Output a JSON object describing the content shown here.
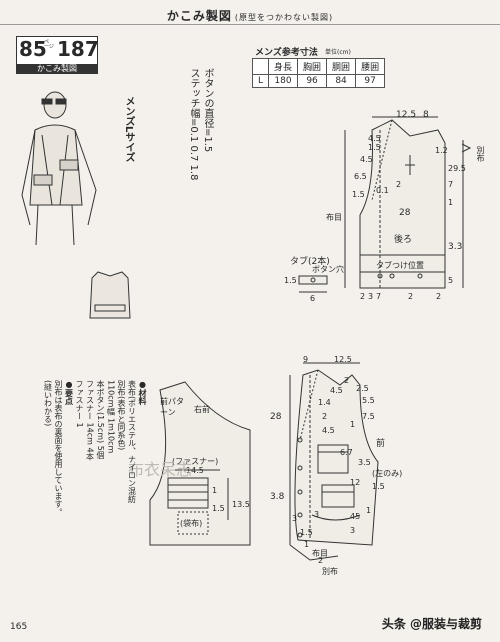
{
  "header": {
    "title": "かこみ製図",
    "subtitle": "(原型をつかわない製図)"
  },
  "page_ref": {
    "left_num": "85",
    "label": "ページ",
    "right_num": "187",
    "caption": "かこみ製図"
  },
  "size_label": "メンズLサイズ",
  "button_spec": {
    "title": "ボタンの直径",
    "value1": "1.5",
    "sub": "ステッチ幅",
    "value2": "0.1 0.7 1.8"
  },
  "size_table": {
    "title": "メンズ参考寸法",
    "unit": "単位(cm)",
    "headers": [
      "",
      "身長",
      "胸囲",
      "胴囲",
      "腰囲"
    ],
    "row": [
      "L",
      "180",
      "96",
      "84",
      "97"
    ]
  },
  "back_piece": {
    "label": "後ろ",
    "measurements": [
      "12.5",
      "8",
      "4.5",
      "1.5",
      "4.5",
      "6.5",
      "2",
      "0.1",
      "1.5",
      "28",
      "1.2",
      "29.5",
      "7",
      "1",
      "5",
      "3.3",
      "2",
      "3",
      "7",
      "2",
      "2"
    ],
    "notes": [
      "別布",
      "布目",
      "タブつけ位置"
    ]
  },
  "tab_piece": {
    "title": "タブ(2本)",
    "note": "ボタン穴",
    "w1": "1.5",
    "w2": "6"
  },
  "front_piece": {
    "label": "前",
    "side_label": "(左のみ)",
    "note": "別布",
    "grain": "布目",
    "measurements": [
      "9",
      "12.5",
      "2",
      "4.5",
      "2.5",
      "5.5",
      "7.5",
      "1.4",
      "2",
      "1",
      "4.5",
      "28",
      "6.7",
      "3.5",
      "1.5",
      "12",
      "3.8",
      "1",
      "3",
      "1.5",
      "3",
      "1",
      "45",
      "3",
      "2"
    ]
  },
  "pocket_piece": {
    "label_top": "前パターン",
    "label_right": "右前",
    "zipper_label": "(ファスナー)",
    "zipper_dims": "14.5",
    "bag_label": "(袋布)",
    "dim_135": "13.5",
    "dim_15": "1.5",
    "dim_1": "1"
  },
  "notes_block": {
    "materials_head": "●材料",
    "materials_lines": [
      "表布(ポリエステル、ナイロン混紡",
      "別布(表布と同系色)",
      "110cm幅 1m10cm",
      "本ボタン(1.5cm) 5個",
      "ファスナー 14cm 4本",
      "ファスナー 1"
    ],
    "points_head": "●要点",
    "points_lines": [
      "別布は表布の裏面を使用しています。",
      "(縫いわかる)"
    ]
  },
  "footer": {
    "page_number": "165",
    "watermark": "头条 @服装与裁剪"
  },
  "faint_watermark": "布衣呆志"
}
